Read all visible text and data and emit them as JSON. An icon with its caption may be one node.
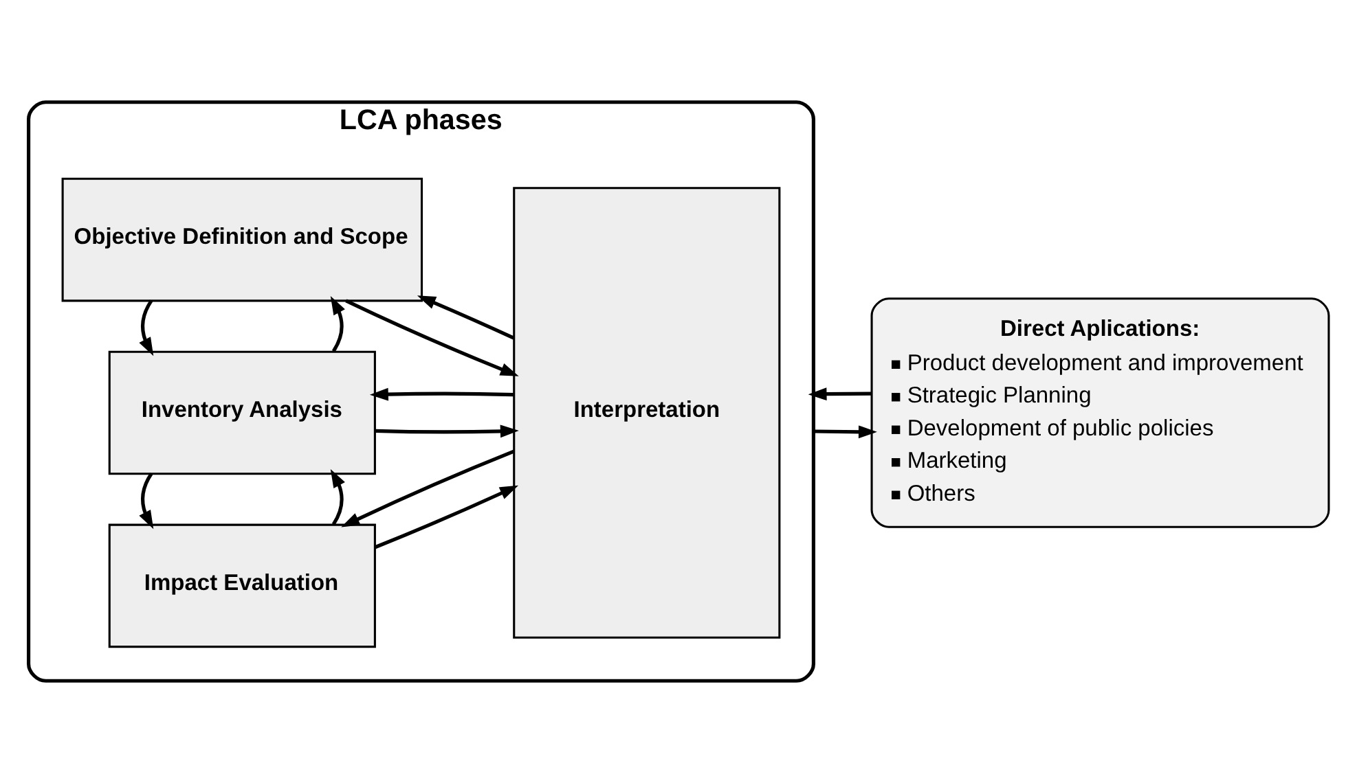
{
  "diagram": {
    "nodes": [
      {
        "text": [
          "LCA phases"
        ]
      },
      {
        "text": [
          "Objective Definition and Scope"
        ],
        "in": 0
      },
      {
        "text": [
          "Inventory Analysis"
        ],
        "in": 0
      },
      {
        "text": [
          "Impact Evaluation"
        ],
        "in": 0
      },
      {
        "text": [
          "Interpretation"
        ],
        "in": 0
      },
      {
        "text": [
          "Direct Aplications:",
          "Product development and improvement",
          "Strategic Planning",
          "Development of public policies",
          "Marketing",
          "Others"
        ]
      }
    ],
    "edges": [
      {
        "from": 1,
        "to": 4,
        "arrow": "to"
      },
      {
        "from": 4,
        "to": 1,
        "arrow": "to"
      },
      {
        "from": 2,
        "to": 1,
        "arrow": "to"
      },
      {
        "from": 1,
        "to": 2,
        "arrow": "to"
      },
      {
        "from": 2,
        "to": 4,
        "arrow": "to"
      },
      {
        "from": 4,
        "to": 2,
        "arrow": "to"
      },
      {
        "from": 3,
        "to": 2,
        "arrow": "to"
      },
      {
        "from": 2,
        "to": 3,
        "arrow": "to"
      },
      {
        "from": 3,
        "to": 4,
        "arrow": "to"
      },
      {
        "from": 4,
        "to": 3,
        "arrow": "to"
      },
      {
        "from": 0,
        "to": 5,
        "arrow": "to"
      },
      {
        "from": 5,
        "to": 0,
        "arrow": "to"
      }
    ]
  }
}
